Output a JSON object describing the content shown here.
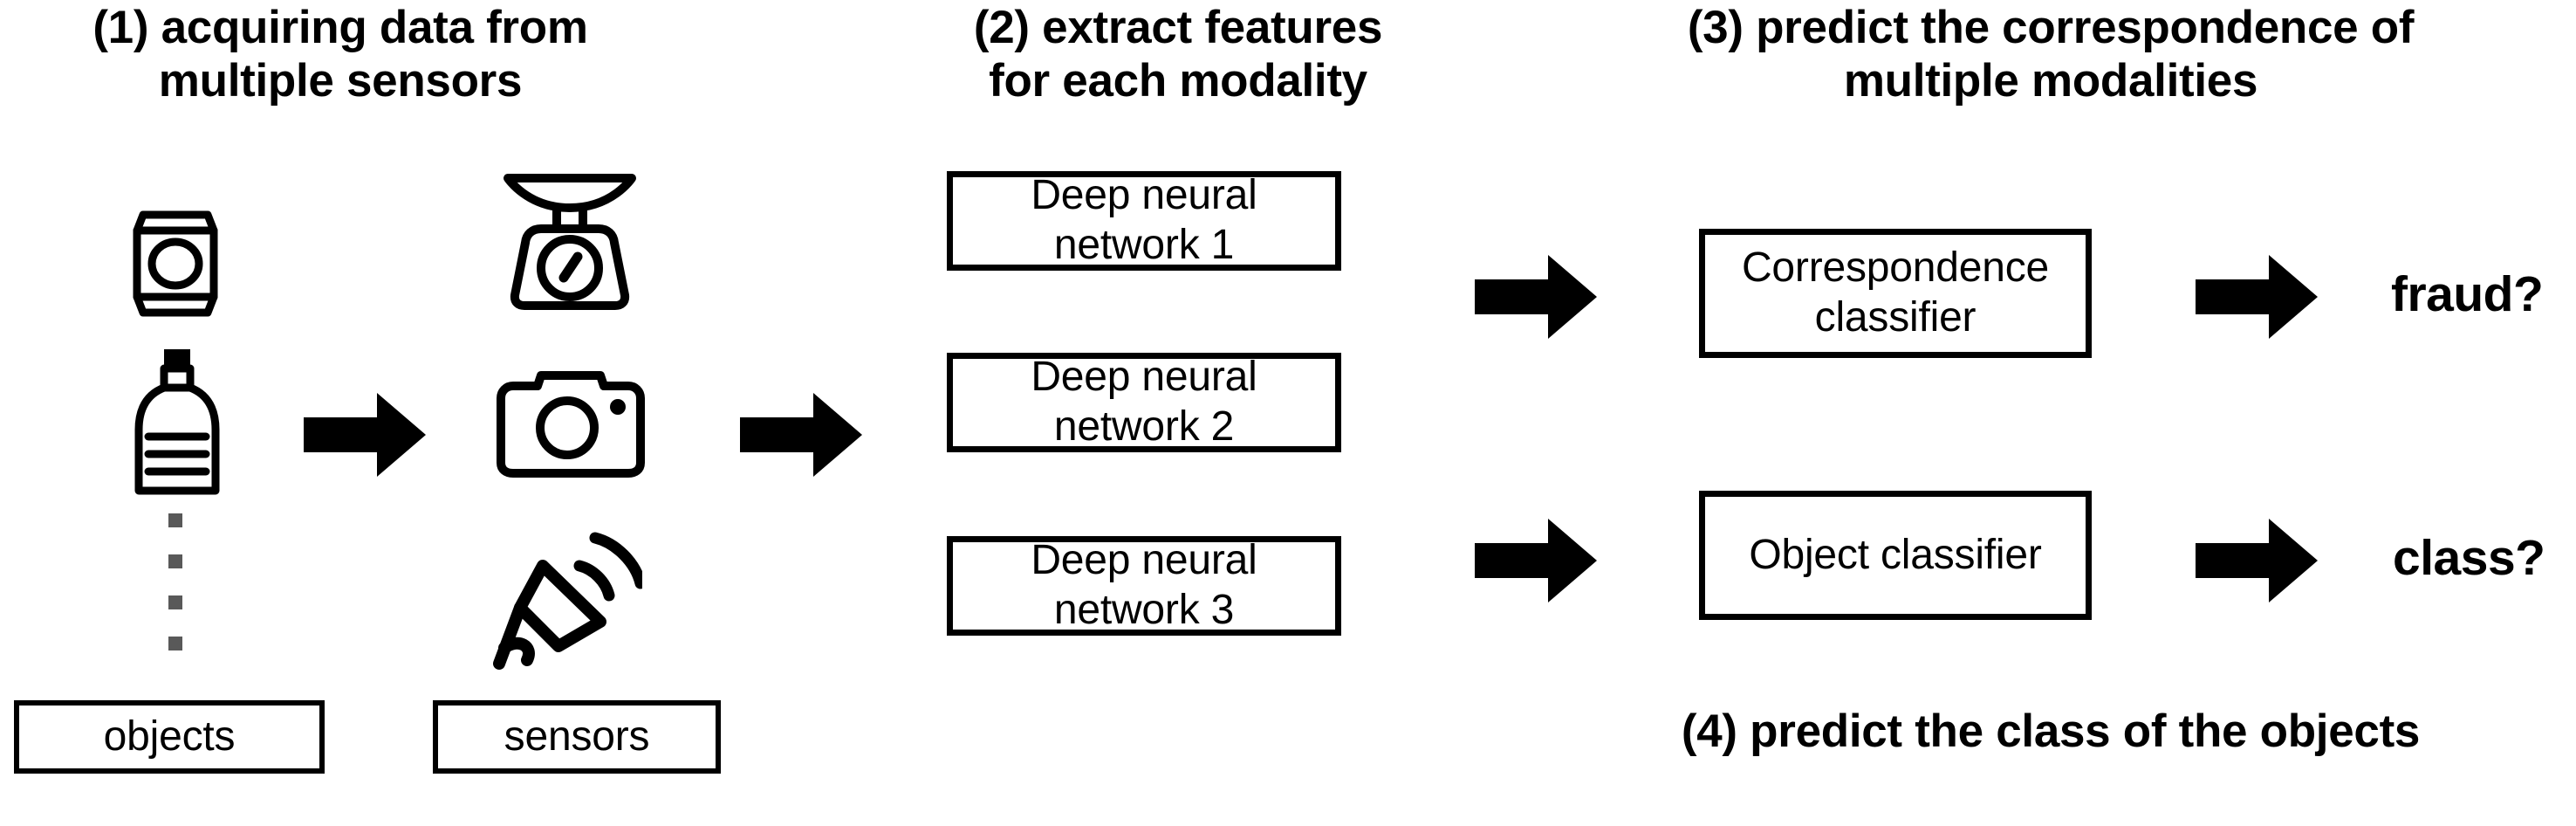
{
  "headings": {
    "step1": "(1) acquiring data from\nmultiple sensors",
    "step2": "(2) extract features\nfor each modality",
    "step3": "(3) predict the correspondence of\nmultiple modalities",
    "step4": "(4) predict the class of the objects"
  },
  "objects": {
    "group_label": "objects",
    "items": [
      {
        "icon": "beverage-can-icon",
        "name": "can"
      },
      {
        "icon": "plastic-bottle-icon",
        "name": "bottle"
      },
      {
        "icon": "vertical-dots-icon",
        "name": "more-objects"
      }
    ]
  },
  "sensors": {
    "group_label": "sensors",
    "items": [
      {
        "icon": "kitchen-scale-icon",
        "name": "weight-sensor"
      },
      {
        "icon": "camera-icon",
        "name": "image-sensor"
      },
      {
        "icon": "megaphone-icon",
        "name": "acoustic-sensor"
      }
    ]
  },
  "networks": [
    {
      "label": "Deep neural\nnetwork 1"
    },
    {
      "label": "Deep neural\nnetwork 2"
    },
    {
      "label": "Deep neural\nnetwork 3"
    }
  ],
  "classifiers": [
    {
      "label": "Correspondence\nclassifier",
      "output": "fraud?"
    },
    {
      "label": "Object classifier",
      "output": "class?"
    }
  ],
  "arrows": {
    "objects_to_sensors": "arrow-right-icon",
    "sensors_to_networks": "arrow-right-icon",
    "networks_to_correspondence": "arrow-right-icon",
    "networks_to_object": "arrow-right-icon",
    "correspondence_to_fraud": "arrow-right-icon",
    "object_to_class": "arrow-right-icon"
  },
  "colors": {
    "stroke": "#000000",
    "background": "#ffffff",
    "dot_gray": "#595959"
  }
}
